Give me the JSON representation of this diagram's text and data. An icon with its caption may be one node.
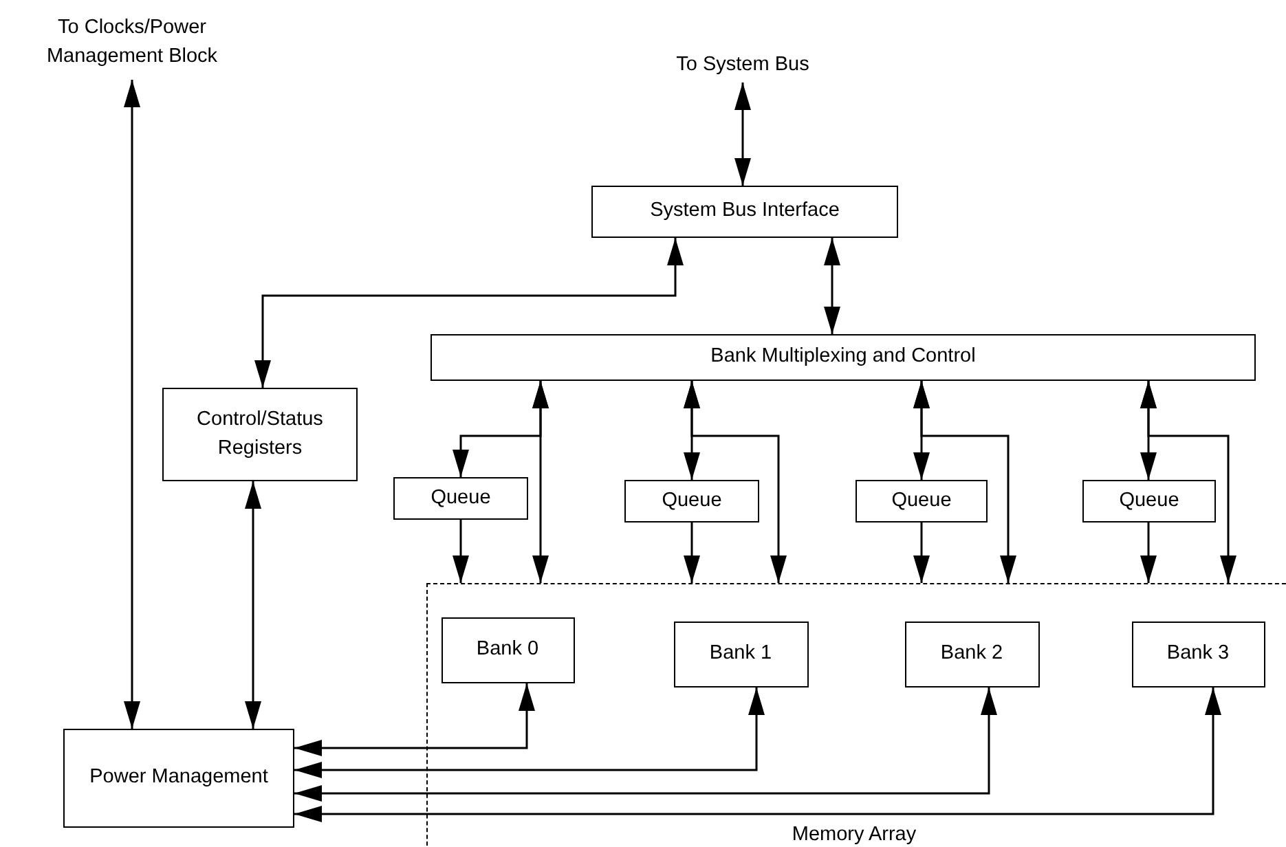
{
  "diagram": {
    "nodes": [
      {
        "text": [
          "To Clocks/Power Management Block"
        ]
      },
      {
        "text": [
          "To System Bus"
        ]
      },
      {
        "text": [
          "System Bus Interface"
        ]
      },
      {
        "text": [
          "Bank Multiplexing and Control"
        ]
      },
      {
        "text": [
          "Control/Status Registers"
        ]
      },
      {
        "text": [
          "Queue"
        ]
      },
      {
        "text": [
          "Queue"
        ]
      },
      {
        "text": [
          "Queue"
        ]
      },
      {
        "text": [
          "Queue"
        ]
      },
      {
        "text": [
          "Memory Array"
        ]
      },
      {
        "text": [
          "Bank 0"
        ],
        "in": 9
      },
      {
        "text": [
          "Bank 1"
        ],
        "in": 9
      },
      {
        "text": [
          "Bank 2"
        ],
        "in": 9
      },
      {
        "text": [
          "Bank 3"
        ],
        "in": 9
      },
      {
        "text": [
          "Power Management"
        ]
      }
    ],
    "edges": [
      {
        "from": 14,
        "to": 0,
        "arrow": "both"
      },
      {
        "from": 2,
        "to": 1,
        "arrow": "both"
      },
      {
        "from": 2,
        "to": 4,
        "arrow": "both"
      },
      {
        "from": 2,
        "to": 3,
        "arrow": "both"
      },
      {
        "from": 4,
        "to": 14,
        "arrow": "both"
      },
      {
        "from": 3,
        "to": 5,
        "arrow": "both"
      },
      {
        "from": 3,
        "to": 9,
        "arrow": "both"
      },
      {
        "from": 5,
        "to": 9,
        "arrow": "to"
      },
      {
        "from": 3,
        "to": 6,
        "arrow": "both"
      },
      {
        "from": 3,
        "to": 9,
        "arrow": "both"
      },
      {
        "from": 6,
        "to": 9,
        "arrow": "to"
      },
      {
        "from": 3,
        "to": 7,
        "arrow": "both"
      },
      {
        "from": 3,
        "to": 9,
        "arrow": "both"
      },
      {
        "from": 7,
        "to": 9,
        "arrow": "to"
      },
      {
        "from": 3,
        "to": 8,
        "arrow": "both"
      },
      {
        "from": 3,
        "to": 9,
        "arrow": "both"
      },
      {
        "from": 8,
        "to": 9,
        "arrow": "to"
      },
      {
        "from": 10,
        "to": 14,
        "arrow": "both"
      },
      {
        "from": 11,
        "to": 14,
        "arrow": "both"
      },
      {
        "from": 12,
        "to": 14,
        "arrow": "both"
      },
      {
        "from": 13,
        "to": 14,
        "arrow": "both"
      }
    ]
  }
}
